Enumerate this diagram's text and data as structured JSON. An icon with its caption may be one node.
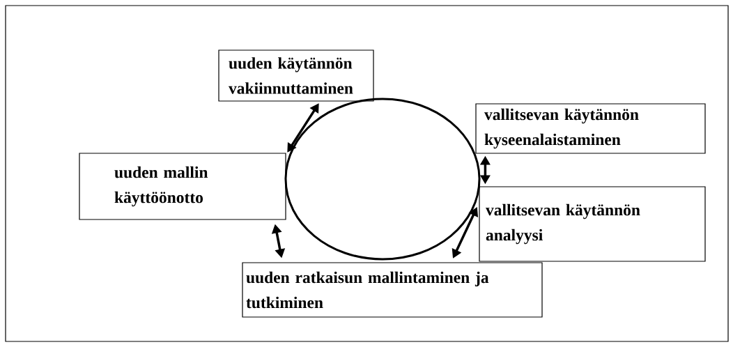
{
  "diagram": {
    "nodes": [
      {
        "text": [
          "uuden käytännön vakiinnuttaminen"
        ]
      },
      {
        "text": [
          "vallitsevan käytännön kyseenalaistaminen"
        ]
      },
      {
        "text": [
          "uuden mallin käyttöönotto"
        ]
      },
      {
        "text": [],
        "shape": "circle"
      },
      {
        "text": [
          "vallitsevan käytännön analyysi"
        ]
      },
      {
        "text": [
          "uuden ratkaisun mallintaminen ja tutkiminen"
        ]
      }
    ],
    "edges": [
      {
        "from": 0,
        "to": 2,
        "arrow": "both"
      },
      {
        "from": 1,
        "to": 4,
        "arrow": "both"
      },
      {
        "from": 4,
        "to": 5,
        "arrow": "both"
      },
      {
        "from": 2,
        "to": 5,
        "arrow": "both"
      }
    ]
  }
}
